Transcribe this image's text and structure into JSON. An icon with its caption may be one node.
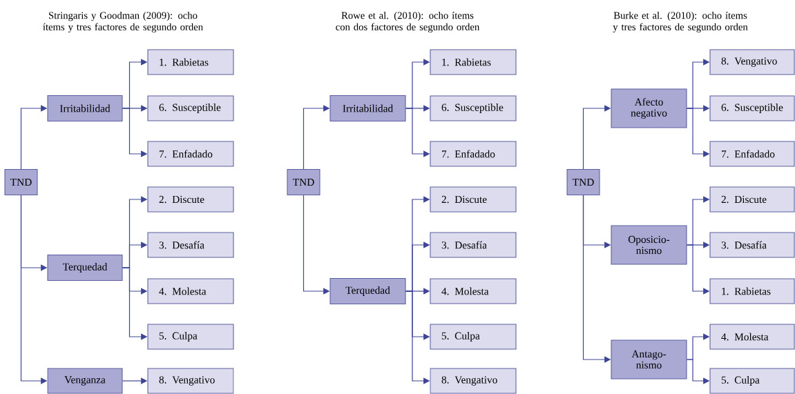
{
  "diagram": {
    "nodes": [
      {
        "text": [
          "TND"
        ]
      },
      {
        "text": [
          "Irritabilidad"
        ]
      },
      {
        "text": [
          "Terquedad"
        ]
      },
      {
        "text": [
          "Venganza"
        ]
      },
      {
        "text": [
          "1. Rabietas"
        ]
      },
      {
        "text": [
          "6. Susceptible"
        ]
      },
      {
        "text": [
          "7. Enfadado"
        ]
      },
      {
        "text": [
          "2. Discute"
        ]
      },
      {
        "text": [
          "3. Desafía"
        ]
      },
      {
        "text": [
          "4. Molesta"
        ]
      },
      {
        "text": [
          "5. Culpa"
        ]
      },
      {
        "text": [
          "8. Vengativo"
        ]
      },
      {
        "text": [
          "TND"
        ]
      },
      {
        "text": [
          "Irritabilidad"
        ]
      },
      {
        "text": [
          "Terquedad"
        ]
      },
      {
        "text": [
          "1. Rabietas"
        ]
      },
      {
        "text": [
          "6. Susceptible"
        ]
      },
      {
        "text": [
          "7. Enfadado"
        ]
      },
      {
        "text": [
          "2. Discute"
        ]
      },
      {
        "text": [
          "3. Desafía"
        ]
      },
      {
        "text": [
          "4. Molesta"
        ]
      },
      {
        "text": [
          "5. Culpa"
        ]
      },
      {
        "text": [
          "8. Vengativo"
        ]
      },
      {
        "text": [
          "TND"
        ]
      },
      {
        "text": [
          "Afecto negativo"
        ]
      },
      {
        "text": [
          "Oposicio-nismo"
        ]
      },
      {
        "text": [
          "Antago-nismo"
        ]
      },
      {
        "text": [
          "8. Vengativo"
        ]
      },
      {
        "text": [
          "6. Susceptible"
        ]
      },
      {
        "text": [
          "7. Enfadado"
        ]
      },
      {
        "text": [
          "2. Discute"
        ]
      },
      {
        "text": [
          "3. Desafía"
        ]
      },
      {
        "text": [
          "1. Rabietas"
        ]
      },
      {
        "text": [
          "4. Molesta"
        ]
      },
      {
        "text": [
          "5. Culpa"
        ]
      }
    ],
    "edges": [
      {
        "from": 0,
        "to": 1,
        "arrow": "to"
      },
      {
        "from": 0,
        "to": 2,
        "arrow": "to"
      },
      {
        "from": 0,
        "to": 3,
        "arrow": "to"
      },
      {
        "from": 1,
        "to": 4,
        "arrow": "to"
      },
      {
        "from": 1,
        "to": 5,
        "arrow": "to"
      },
      {
        "from": 1,
        "to": 6,
        "arrow": "to"
      },
      {
        "from": 2,
        "to": 7,
        "arrow": "to"
      },
      {
        "from": 2,
        "to": 8,
        "arrow": "to"
      },
      {
        "from": 2,
        "to": 9,
        "arrow": "to"
      },
      {
        "from": 2,
        "to": 10,
        "arrow": "to"
      },
      {
        "from": 3,
        "to": 11,
        "arrow": "to"
      },
      {
        "from": 12,
        "to": 13,
        "arrow": "to"
      },
      {
        "from": 12,
        "to": 14,
        "arrow": "to"
      },
      {
        "from": 13,
        "to": 15,
        "arrow": "to"
      },
      {
        "from": 13,
        "to": 16,
        "arrow": "to"
      },
      {
        "from": 13,
        "to": 17,
        "arrow": "to"
      },
      {
        "from": 14,
        "to": 18,
        "arrow": "to"
      },
      {
        "from": 14,
        "to": 19,
        "arrow": "to"
      },
      {
        "from": 14,
        "to": 20,
        "arrow": "to"
      },
      {
        "from": 14,
        "to": 21,
        "arrow": "to"
      },
      {
        "from": 14,
        "to": 22,
        "arrow": "to"
      },
      {
        "from": 23,
        "to": 24,
        "arrow": "to"
      },
      {
        "from": 23,
        "to": 25,
        "arrow": "to"
      },
      {
        "from": 23,
        "to": 26,
        "arrow": "to"
      },
      {
        "from": 24,
        "to": 27,
        "arrow": "to"
      },
      {
        "from": 24,
        "to": 28,
        "arrow": "to"
      },
      {
        "from": 24,
        "to": 29,
        "arrow": "to"
      },
      {
        "from": 25,
        "to": 30,
        "arrow": "to"
      },
      {
        "from": 25,
        "to": 31,
        "arrow": "to"
      },
      {
        "from": 25,
        "to": 32,
        "arrow": "to"
      },
      {
        "from": 26,
        "to": 33,
        "arrow": "to"
      },
      {
        "from": 26,
        "to": 34,
        "arrow": "to"
      }
    ],
    "labels": [
      "Stringaris y Goodman (2009): ocho ítems y tres factores de segundo orden",
      "Rowe et al. (2010): ocho ítems con dos factores de segundo orden",
      "Burke et al. (2010): ocho ítems y tres factores de segundo orden"
    ]
  }
}
